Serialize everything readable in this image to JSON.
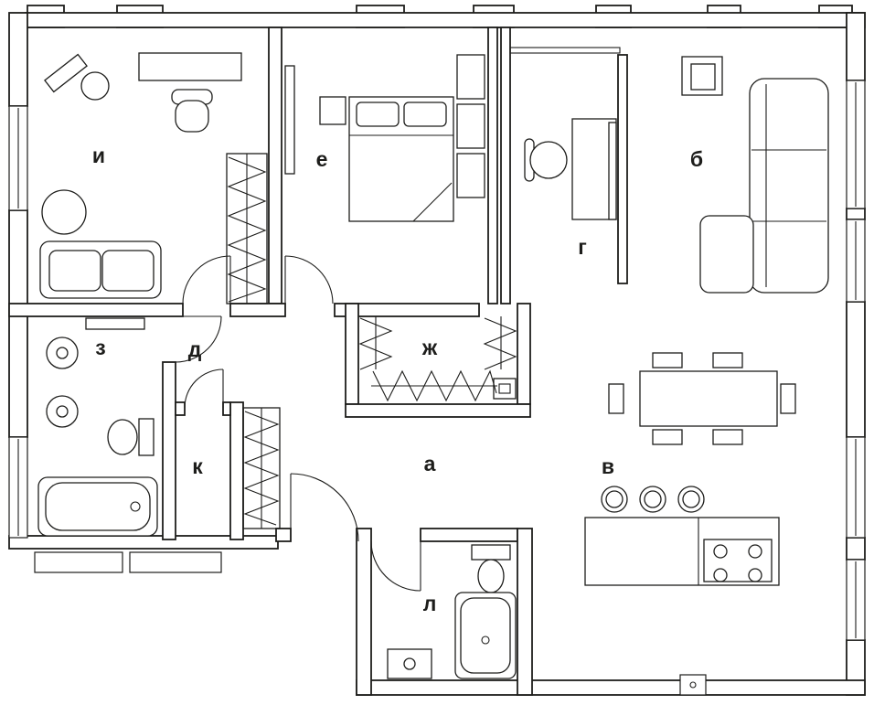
{
  "colors": {
    "line": "#1d1d1b",
    "background": "#ffffff"
  },
  "rooms": [
    {
      "id": "i",
      "label": "и"
    },
    {
      "id": "e",
      "label": "е"
    },
    {
      "id": "b",
      "label": "б"
    },
    {
      "id": "g",
      "label": "г"
    },
    {
      "id": "z",
      "label": "з"
    },
    {
      "id": "d",
      "label": "д"
    },
    {
      "id": "zh",
      "label": "ж"
    },
    {
      "id": "k",
      "label": "к"
    },
    {
      "id": "a",
      "label": "а"
    },
    {
      "id": "v",
      "label": "в"
    },
    {
      "id": "l",
      "label": "л"
    }
  ]
}
